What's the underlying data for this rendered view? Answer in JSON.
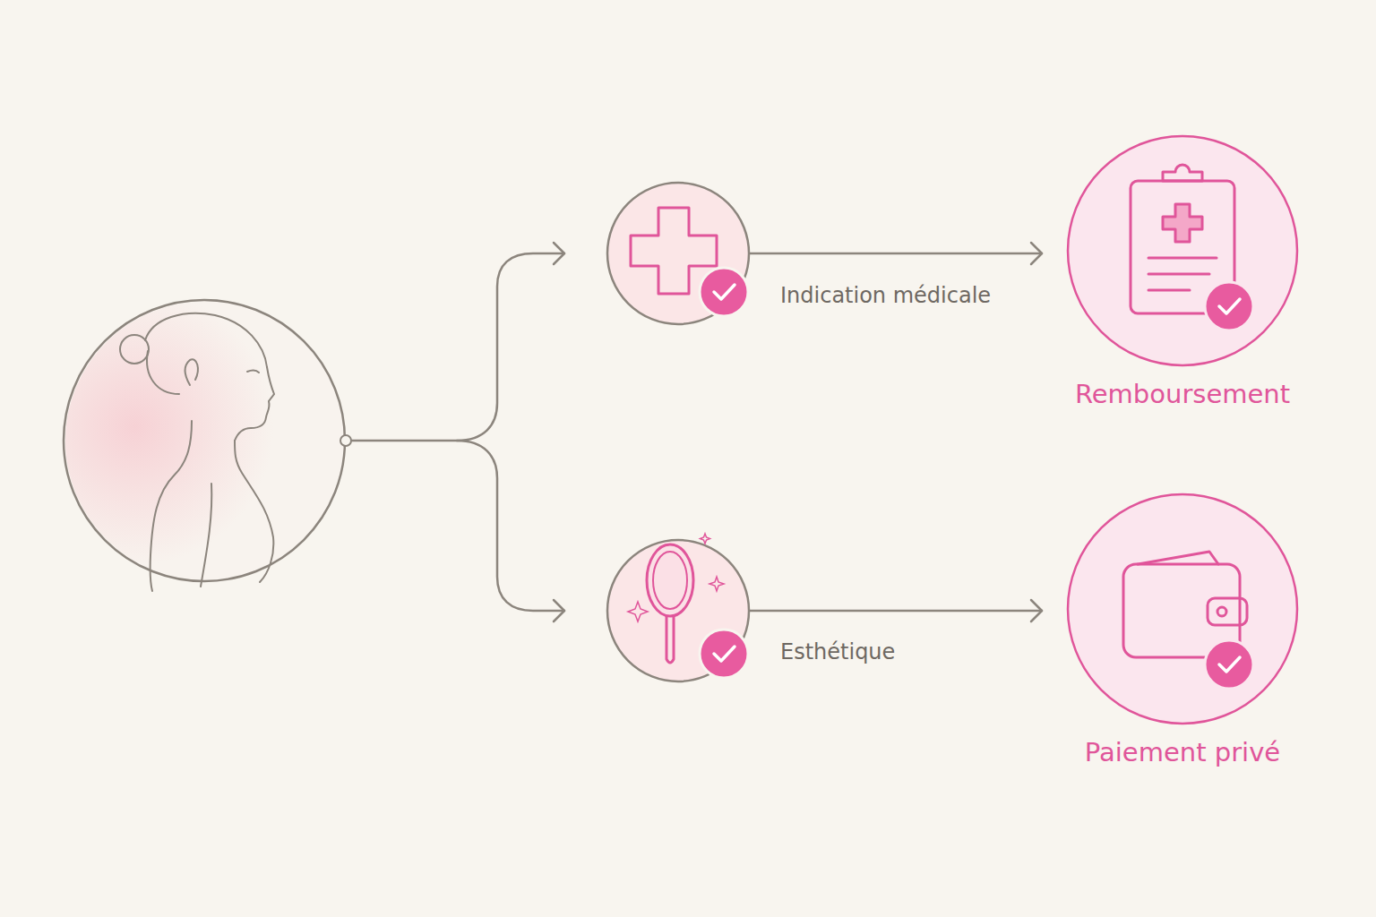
{
  "diagram": {
    "nodes": [
      {
        "text": [
          "Remboursement"
        ]
      },
      {
        "text": [
          "Paiement privé"
        ]
      }
    ],
    "labels": [
      "Indication médicale",
      "Esthétique"
    ]
  }
}
